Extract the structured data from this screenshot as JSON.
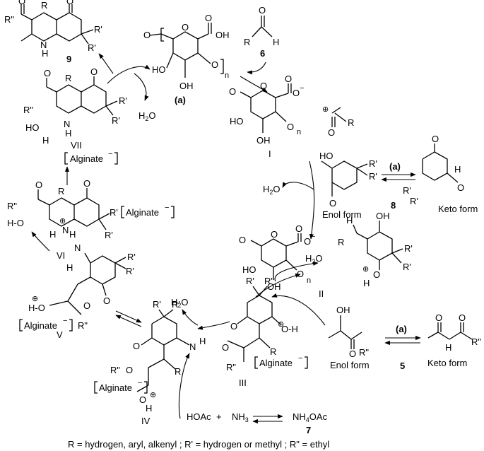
{
  "compounds": {
    "c9": {
      "number": "9",
      "R": "R",
      "R1": "R'",
      "R2": "R'",
      "Rpp": "R\"",
      "NH": "N",
      "H": "H",
      "O1": "O",
      "O2": "O"
    },
    "catalyst": {
      "label": "(a)",
      "OH": "OH",
      "HO": "HO",
      "OH2": "OH",
      "O": "O",
      "n": "n",
      "Ostar": "O"
    },
    "c6": {
      "number": "6",
      "R": "R",
      "H": "H",
      "O": "O"
    },
    "I": {
      "label": "I",
      "n": "n",
      "O": "O",
      "HO": "HO",
      "HO2": "HO",
      "OH": "OH",
      "charge": "−",
      "oxonium": "O",
      "R": "R",
      "plus": "⊕"
    },
    "VII": {
      "label": "VII",
      "alginate": "Alginate",
      "sup": "−",
      "R": "R",
      "Rp": "R'",
      "Rpp": "R\"",
      "HO": "HO",
      "H": "H",
      "NH": "N",
      "H2": "H"
    },
    "water": "H2O",
    "c8": {
      "number": "8",
      "enol": "Enol form",
      "keto": "Keto form",
      "HO": "HO",
      "O": "O",
      "Rp": "R'",
      "H": "H"
    },
    "arrowlabel": "(a)",
    "VI": {
      "label": "VI",
      "alginate": "Alginate"
    },
    "II": {
      "label": "II",
      "OH": "OH",
      "O": "O",
      "H": "H"
    },
    "V": {
      "label": "V",
      "alginate": "Alginate",
      "H": "H",
      "N": "N"
    },
    "IV": {
      "label": "IV",
      "alginate": "Alginate",
      "N": "N",
      "H": "H"
    },
    "III": {
      "label": "III",
      "alginate": "Alginate"
    },
    "c5": {
      "number": "5",
      "enol": "Enol form",
      "keto": "Keto form",
      "OH": "OH",
      "H": "H"
    },
    "c7": {
      "number": "7"
    },
    "reagents": {
      "HOAc": "HOAc",
      "plus": "+",
      "NH3": "NH3",
      "product": "NH4OAc"
    },
    "footnote": "R = hydrogen, aryl, alkenyl ; R' = hydrogen or methyl ; R\" = ethyl"
  }
}
